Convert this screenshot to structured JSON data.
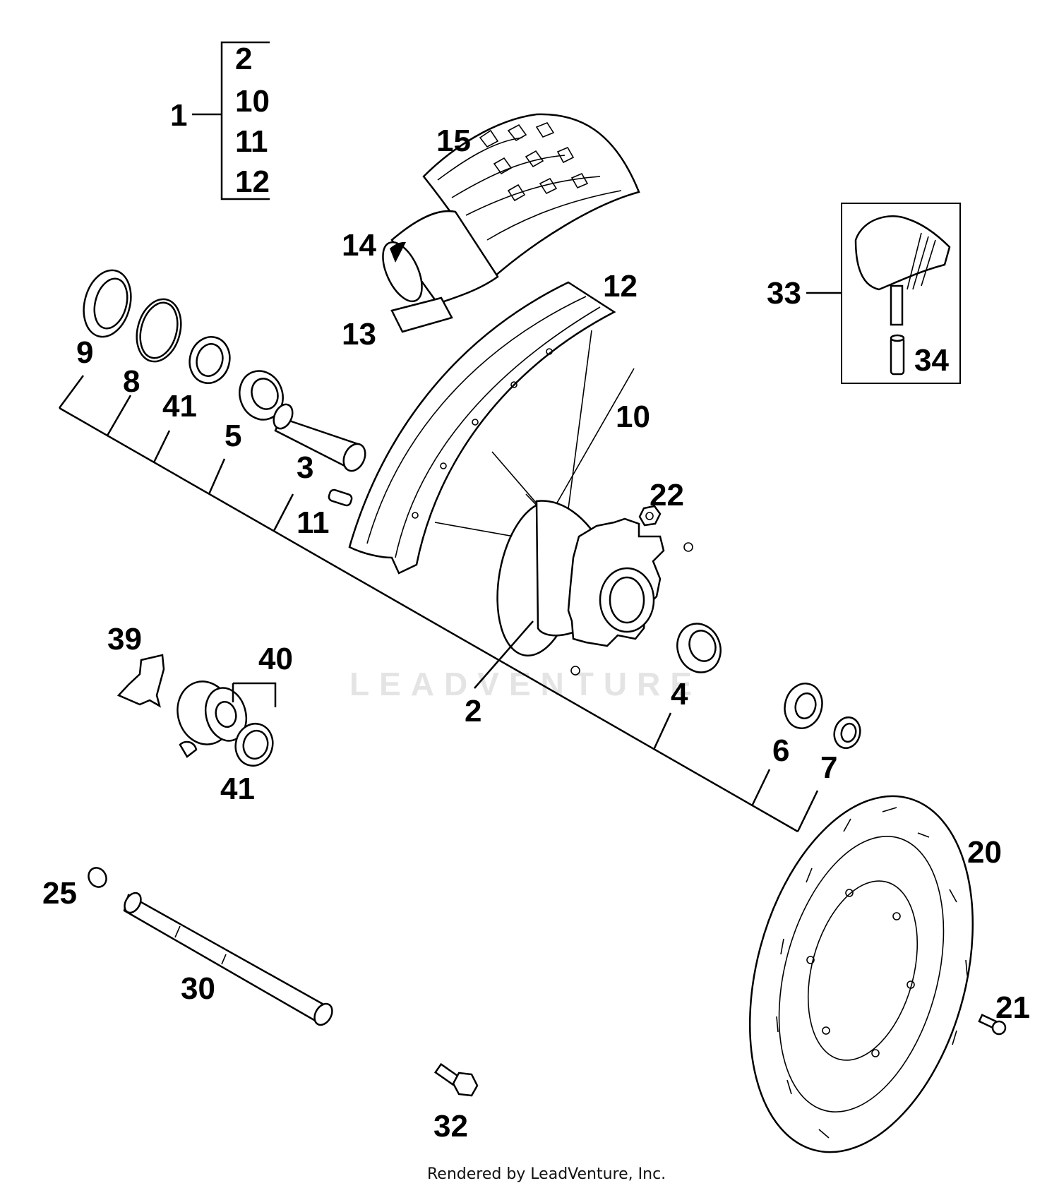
{
  "callouts": {
    "c1": "1",
    "group": [
      "2",
      "10",
      "11",
      "12"
    ],
    "c15": "15",
    "c14": "14",
    "c13": "13",
    "c12": "12",
    "c33": "33",
    "c34": "34",
    "c9": "9",
    "c8": "8",
    "c41a": "41",
    "c5": "5",
    "c3": "3",
    "c11": "11",
    "c10": "10",
    "c22": "22",
    "c39": "39",
    "c40": "40",
    "c41b": "41",
    "c2": "2",
    "c4": "4",
    "c6": "6",
    "c7": "7",
    "c20": "20",
    "c25": "25",
    "c30": "30",
    "c21": "21",
    "c32": "32"
  },
  "watermark": "LEADVENTURE",
  "footer": "Rendered by LeadVenture, Inc."
}
